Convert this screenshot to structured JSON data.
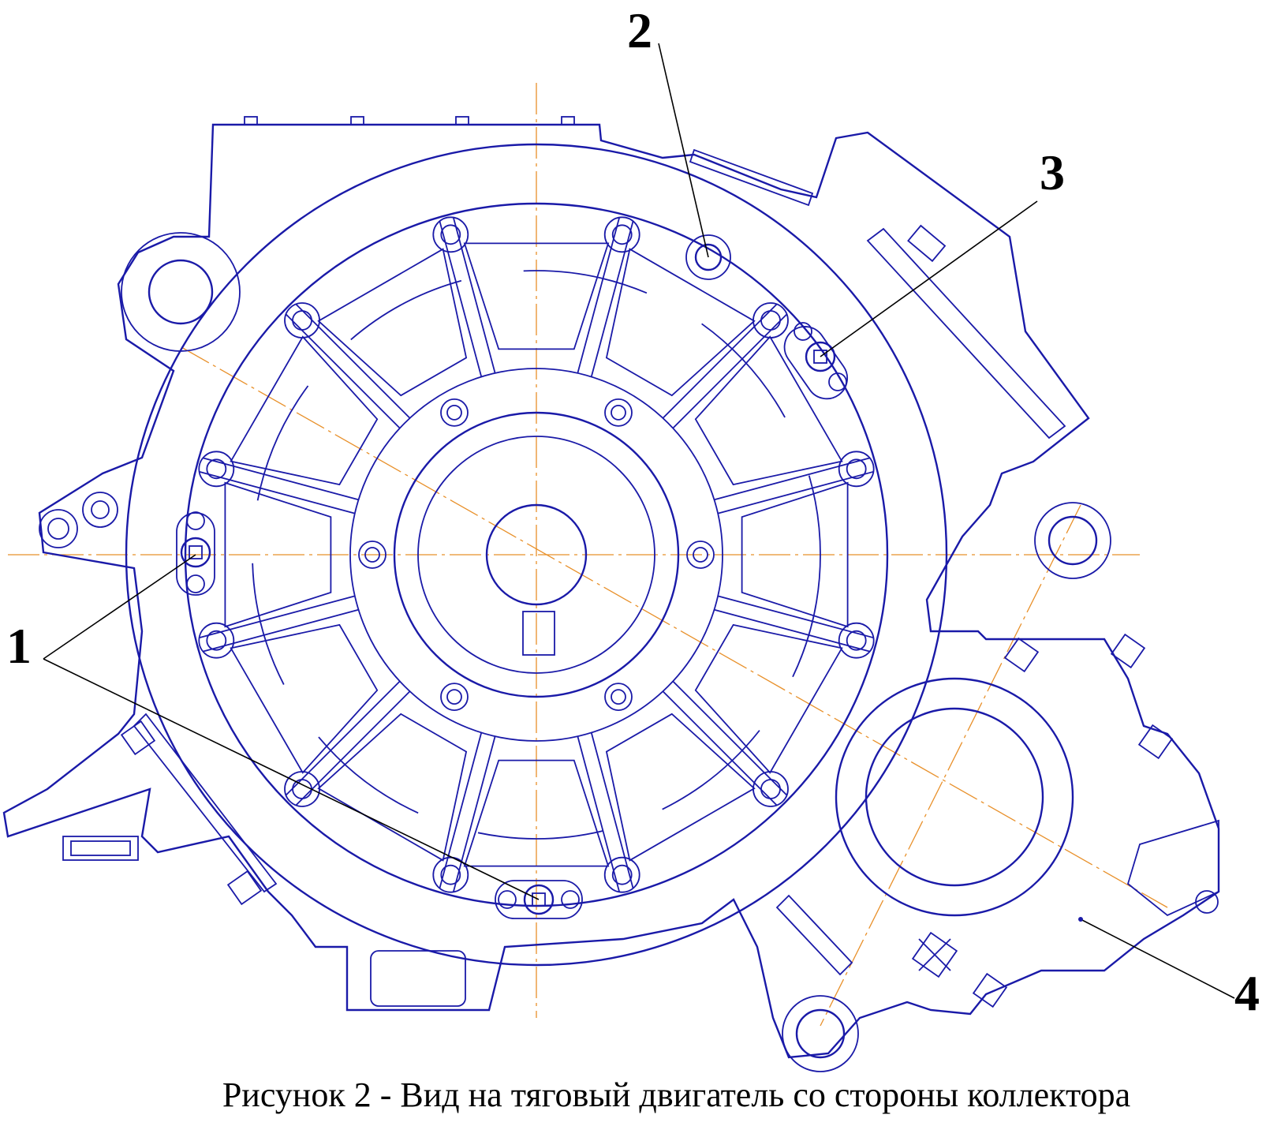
{
  "caption": "Рисунок 2 - Вид на тяговый двигатель со стороны коллектора",
  "callouts": [
    {
      "id": "1",
      "text": "1"
    },
    {
      "id": "2",
      "text": "2"
    },
    {
      "id": "3",
      "text": "3"
    },
    {
      "id": "4",
      "text": "4"
    }
  ],
  "colors": {
    "outline": "#1a1aa8",
    "centerline": "#e8902a",
    "leader": "#000000",
    "text": "#000000"
  }
}
